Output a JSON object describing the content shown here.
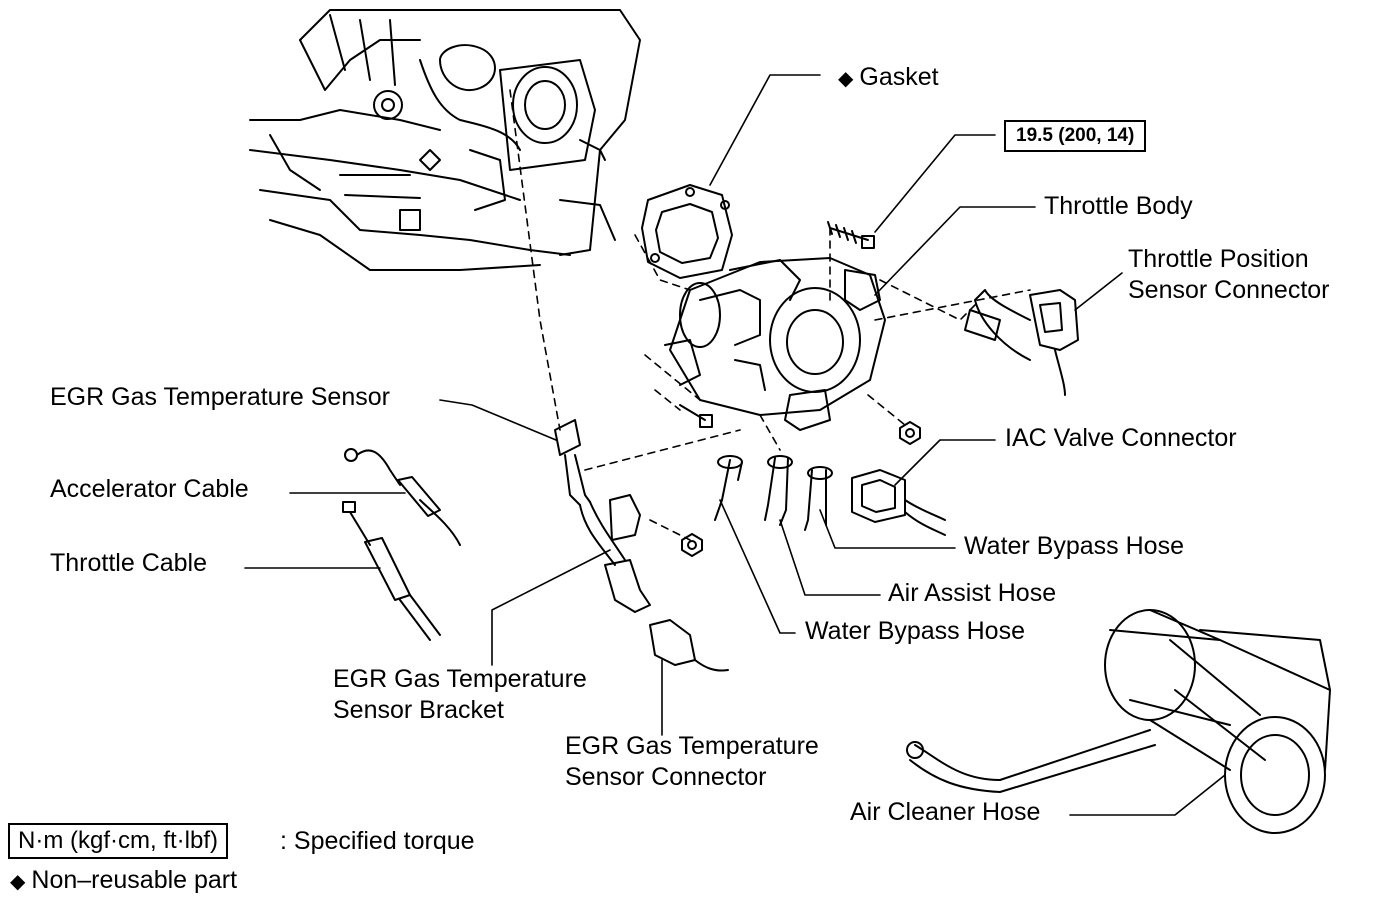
{
  "labels": {
    "gasket": "Gasket",
    "torque_spec": "19.5 (200, 14)",
    "throttle_body": "Throttle Body",
    "tps_connector_line1": "Throttle Position",
    "tps_connector_line2": "Sensor Connector",
    "egr_sensor": "EGR Gas Temperature Sensor",
    "accelerator_cable": "Accelerator Cable",
    "throttle_cable": "Throttle Cable",
    "iac_connector": "IAC Valve Connector",
    "water_bypass_hose_1": "Water Bypass Hose",
    "air_assist_hose": "Air Assist Hose",
    "water_bypass_hose_2": "Water Bypass Hose",
    "egr_bracket_line1": "EGR Gas Temperature",
    "egr_bracket_line2": "Sensor Bracket",
    "egr_connector_line1": "EGR Gas Temperature",
    "egr_connector_line2": "Sensor Connector",
    "air_cleaner_hose": "Air Cleaner Hose"
  },
  "legend": {
    "torque_unit": "N·m (kgf·cm, ft·lbf)",
    "torque_desc": ": Specified torque",
    "nonreusable": "Non–reusable part",
    "diamond_symbol": "◆"
  }
}
